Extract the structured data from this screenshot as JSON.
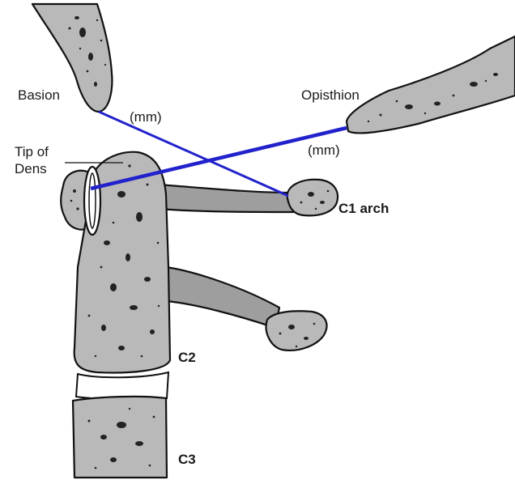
{
  "labels": {
    "basion": "Basion",
    "opisthion": "Opisthion",
    "tip_of_dens_line1": "Tip of",
    "tip_of_dens_line2": "Dens",
    "mm_basion": "(mm)",
    "mm_opisthion": "(mm)",
    "c1_arch": "C1 arch",
    "c2": "C2",
    "c3": "C3"
  },
  "colors": {
    "measurement_line": "#2222cc",
    "bone_fill": "#b9b9b9",
    "outline": "#111111"
  }
}
